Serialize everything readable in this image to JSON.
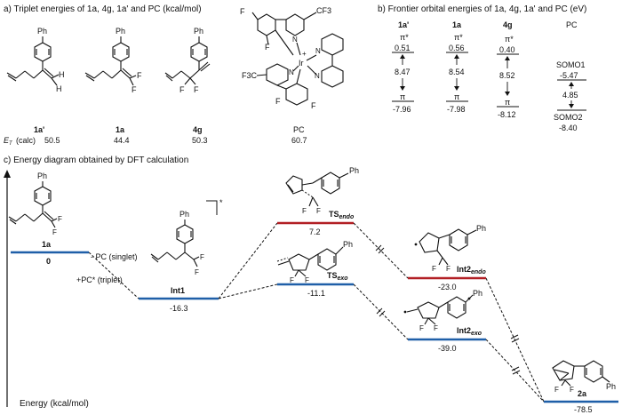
{
  "panel_a": {
    "title": "a) Triplet energies of 1a, 4g, 1a' and PC (kcal/mol)",
    "row_label": "E",
    "row_label_sub": "T",
    "row_label_suffix": " (calc)",
    "compounds": [
      {
        "label": "1a'",
        "value": "50.5",
        "atoms": [
          "Ph",
          "H",
          "H"
        ]
      },
      {
        "label": "1a",
        "value": "44.4",
        "atoms": [
          "Ph",
          "F",
          "F"
        ]
      },
      {
        "label": "4g",
        "value": "50.3",
        "atoms": [
          "Ph",
          "F",
          "F"
        ]
      },
      {
        "label": "PC",
        "value": "60.7",
        "atoms": [
          "F",
          "F",
          "CF3",
          "F3C",
          "N",
          "N",
          "N",
          "N",
          "Ir",
          "+",
          "F",
          "F"
        ]
      }
    ]
  },
  "panel_b": {
    "title": "b) Frontier orbital energies of 1a, 4g, 1a' and PC (eV)",
    "columns": [
      {
        "label": "1a'",
        "pistar_label": "π*",
        "pistar": "0.51",
        "gap": "8.47",
        "pi_label": "π",
        "pi": "-7.96"
      },
      {
        "label": "1a",
        "pistar_label": "π*",
        "pistar": "0.56",
        "gap": "8.54",
        "pi_label": "π",
        "pi": "-7.98"
      },
      {
        "label": "4g",
        "pistar_label": "π*",
        "pistar": "0.40",
        "gap": "8.52",
        "pi_label": "π",
        "pi": "-8.12"
      },
      {
        "label": "PC",
        "pistar_label": "SOMO1",
        "pistar": "-5.47",
        "gap": "4.85",
        "pi_label": "SOMO2",
        "pi": "-8.40"
      }
    ]
  },
  "panel_c": {
    "title": "c) Energy diagram obtained by DFT calculation",
    "y_axis_label": "Energy (kcal/mol)",
    "step_singlet": "- PC (singlet)",
    "step_triplet": "+PC* (triplet)",
    "colors": {
      "blue": "#1f5fa8",
      "red": "#b21f24",
      "ink": "#111111"
    },
    "levels": [
      {
        "label": "1a",
        "energy": "0"
      },
      {
        "label": "Int1",
        "energy": "-16.3",
        "mark": "*"
      },
      {
        "label": "TS",
        "label_sub": "endo",
        "energy": "7.2"
      },
      {
        "label": "TS",
        "label_sub": "exo",
        "energy": "-11.1"
      },
      {
        "label": "Int2",
        "label_sub": "endo",
        "energy": "-23.0"
      },
      {
        "label": "Int2",
        "label_sub": "exo",
        "energy": "-39.0"
      },
      {
        "label": "2a",
        "energy": "-78.5"
      }
    ],
    "atoms": {
      "ph": "Ph",
      "f": "F"
    }
  }
}
